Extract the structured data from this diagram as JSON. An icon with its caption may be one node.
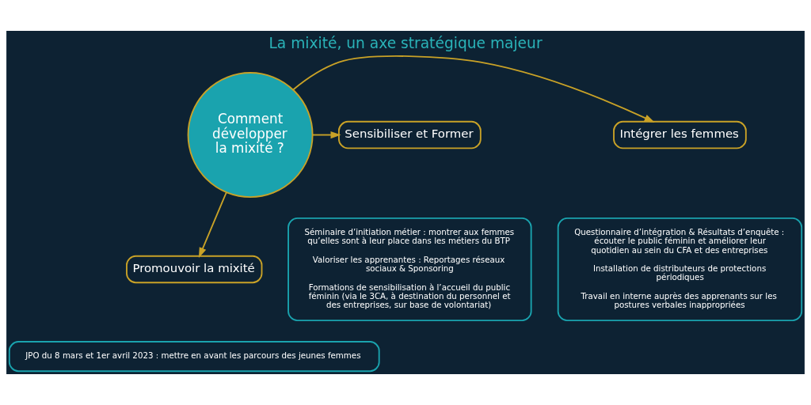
{
  "diagram": {
    "title": "La mixité, un axe stratégique majeur",
    "nodes": [
      {
        "text": [
          "Comment développer la mixité ?"
        ]
      },
      {
        "text": [
          "Intégrer les femmes"
        ]
      },
      {
        "text": [
          "Questionnaire d’intégration & Résultats d’enquête : écouter le public féminin et améliorer leur quotidien au sein du CFA et des entreprises",
          "Installation de distributeurs de protections périodiques",
          "Travail en interne auprès des apprenants sur les postures verbales inappropriées"
        ]
      },
      {
        "text": [
          "Sensibiliser et Former"
        ]
      },
      {
        "text": [
          "Séminaire d’initiation métier : montrer aux femmes qu’elles sont à leur place dans les métiers du BTP",
          "Valoriser les apprenantes : Reportages réseaux sociaux & Sponsoring",
          "Formations de sensibilisation à l’accueil du public féminin (via le 3CA, à destination du personnel et des entreprises, sur base de volontariat)"
        ]
      },
      {
        "text": [
          "Promouvoir la mixité"
        ]
      },
      {
        "text": [
          "JPO du 8 mars et 1er avril 2023 : mettre en avant les parcours des jeunes femmes"
        ]
      }
    ],
    "edges": [
      {
        "from": 0,
        "to": 1,
        "arrow": "to"
      },
      {
        "from": 0,
        "to": 3,
        "arrow": "to"
      },
      {
        "from": 0,
        "to": 5,
        "arrow": "to"
      }
    ]
  }
}
